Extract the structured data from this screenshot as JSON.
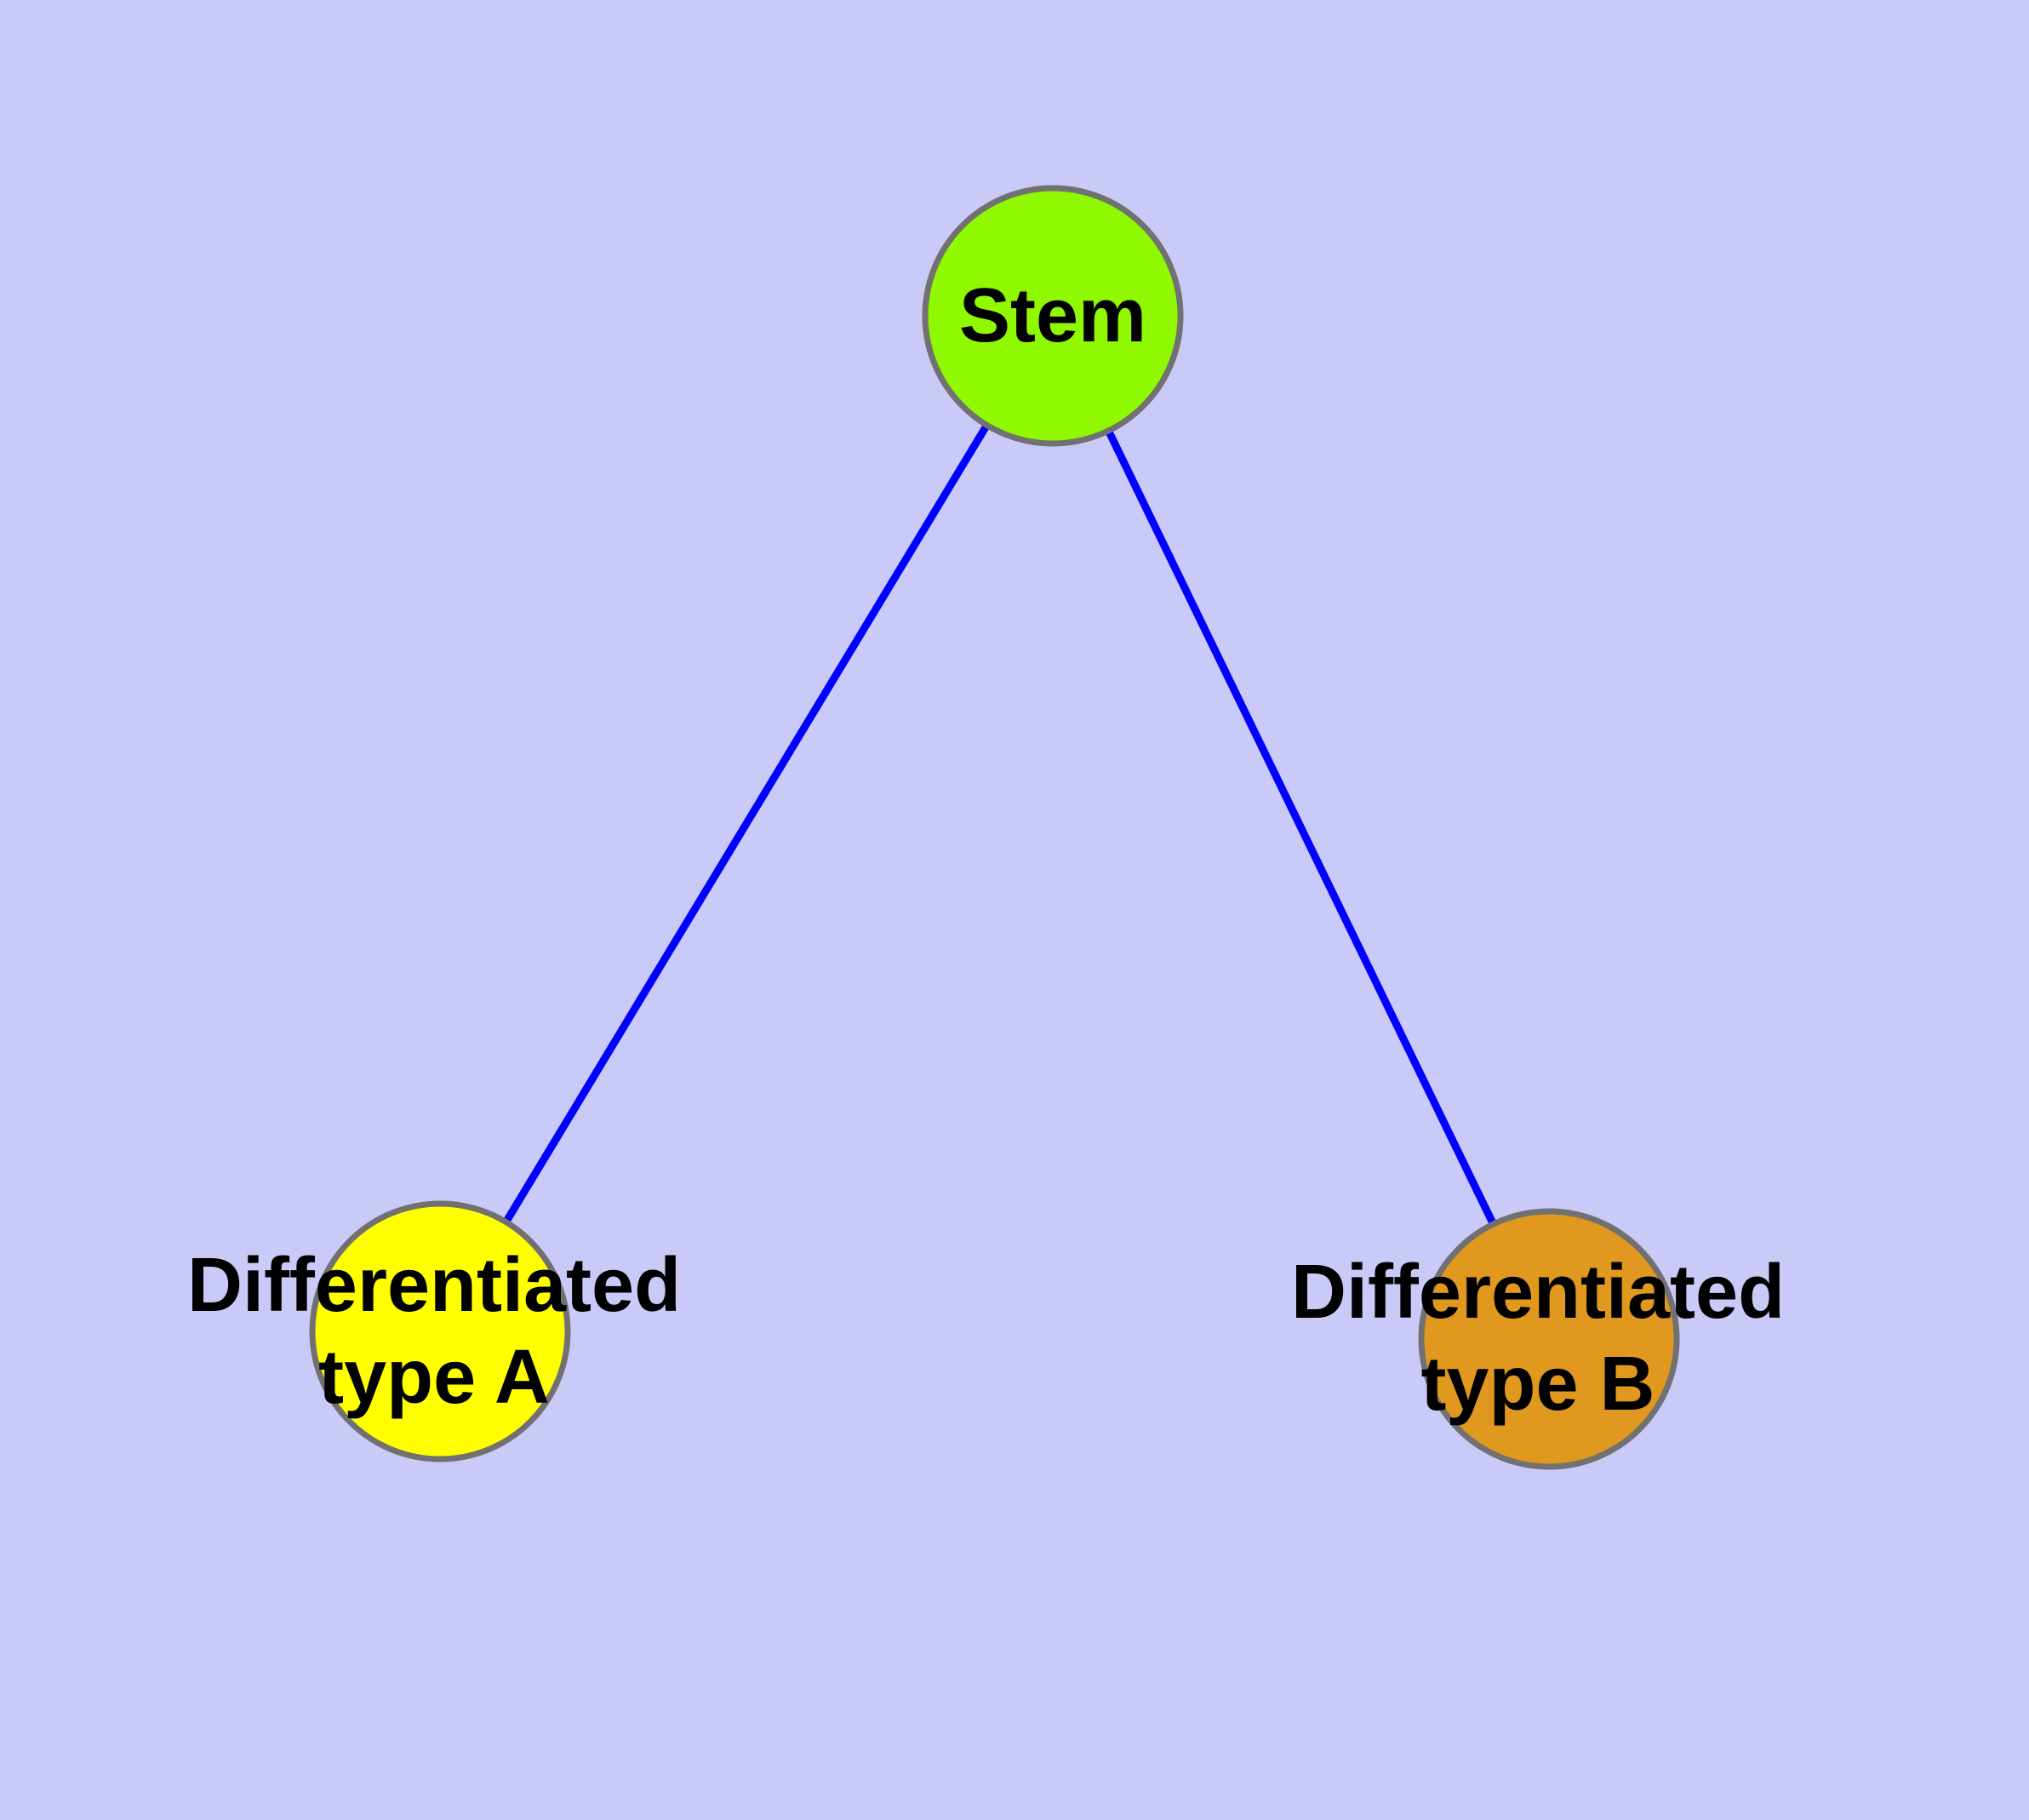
{
  "diagram": {
    "type": "graph",
    "nodes": [
      {
        "id": "stem",
        "label": "Stem",
        "label_lines": [
          "Stem"
        ],
        "fill": "#90F800"
      },
      {
        "id": "type-a",
        "label": "Differentiated type A",
        "label_lines": [
          "Differentiated",
          "type A"
        ],
        "fill": "#FFFF00"
      },
      {
        "id": "type-b",
        "label": "Differentiated type B",
        "label_lines": [
          "Differentiated",
          "type B"
        ],
        "fill": "#E0991E"
      }
    ],
    "edges": [
      {
        "from": "Stem",
        "to": "Differentiated type A"
      },
      {
        "from": "Stem",
        "to": "Differentiated type B"
      }
    ],
    "colors": {
      "background": "#CACAF8",
      "edge": "#0000FF",
      "node_border": "#717171",
      "label_text": "#000000"
    }
  }
}
